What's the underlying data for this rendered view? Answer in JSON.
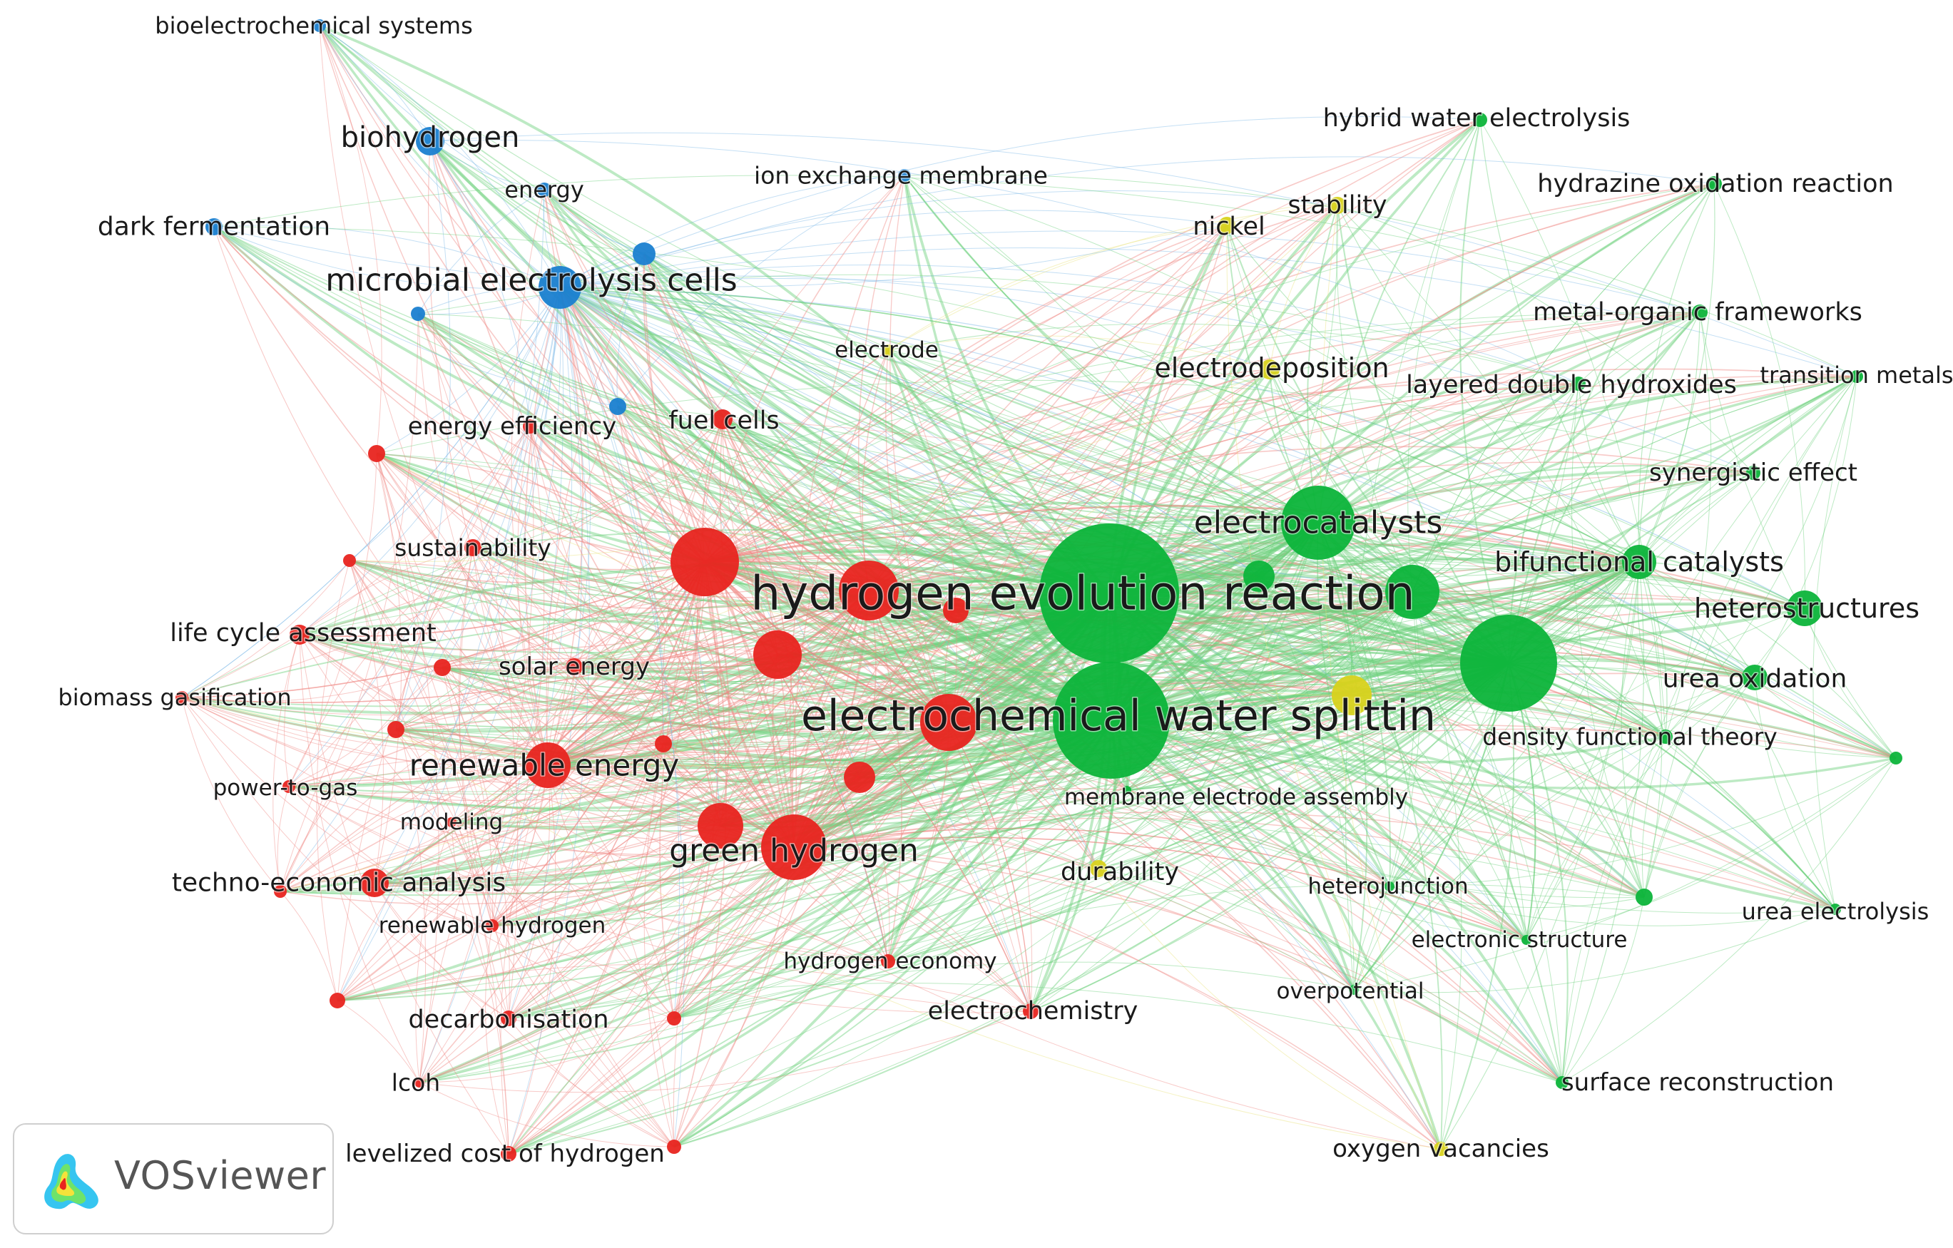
{
  "app": {
    "logo_text": "VOSviewer",
    "logo_icon": "vosviewer-logo-icon"
  },
  "colors": {
    "cluster_red": "#e8241f",
    "cluster_green": "#0cb43a",
    "cluster_blue": "#1a7fd0",
    "cluster_yellow": "#d8d21c",
    "link_red": "#f08a86",
    "link_green": "#6cd07c",
    "link_blue": "#7db9e6",
    "link_yellow": "#e8e27a"
  },
  "network": {
    "nodes": [
      {
        "id": "her",
        "label": "hydrogen evolution reaction",
        "cluster": "green",
        "weight": 100
      },
      {
        "id": "ews",
        "label": "electrochemical water splittin",
        "cluster": "green",
        "weight": 90
      },
      {
        "id": "ecat",
        "label": "electrocatalysts",
        "cluster": "green",
        "weight": 45
      },
      {
        "id": "bifc",
        "label": "bifunctional catalysts",
        "cluster": "green",
        "weight": 25
      },
      {
        "id": "hetst",
        "label": "heterostructures",
        "cluster": "green",
        "weight": 18
      },
      {
        "id": "urea",
        "label": "urea oxidation",
        "cluster": "green",
        "weight": 15
      },
      {
        "id": "dft",
        "label": "density functional theory",
        "cluster": "green",
        "weight": 10
      },
      {
        "id": "mea",
        "label": "membrane electrode assembly",
        "cluster": "green",
        "weight": 5
      },
      {
        "id": "hwe",
        "label": "hybrid water electrolysis",
        "cluster": "green",
        "weight": 8
      },
      {
        "id": "hzor",
        "label": "hydrazine oxidation reaction",
        "cluster": "green",
        "weight": 8
      },
      {
        "id": "mof",
        "label": "metal-organic frameworks",
        "cluster": "green",
        "weight": 8
      },
      {
        "id": "tm",
        "label": "transition metals",
        "cluster": "green",
        "weight": 7
      },
      {
        "id": "syn",
        "label": "synergistic effect",
        "cluster": "green",
        "weight": 8
      },
      {
        "id": "hetj",
        "label": "heterojunction",
        "cluster": "green",
        "weight": 6
      },
      {
        "id": "elst",
        "label": "electronic structure",
        "cluster": "green",
        "weight": 6
      },
      {
        "id": "ovp",
        "label": "overpotential",
        "cluster": "green",
        "weight": 6
      },
      {
        "id": "urel",
        "label": "urea electrolysis",
        "cluster": "green",
        "weight": 7
      },
      {
        "id": "srec",
        "label": "surface reconstruction",
        "cluster": "green",
        "weight": 8
      },
      {
        "id": "ldh",
        "label": "layered double hydroxides",
        "cluster": "green",
        "weight": 9
      },
      {
        "id": "gbig",
        "label": "",
        "cluster": "green",
        "weight": 50
      },
      {
        "id": "gm1",
        "label": "",
        "cluster": "green",
        "weight": 20
      },
      {
        "id": "gm2",
        "label": "",
        "cluster": "green",
        "weight": 12
      },
      {
        "id": "gs1",
        "label": "",
        "cluster": "green",
        "weight": 5
      },
      {
        "id": "gs2",
        "label": "",
        "cluster": "green",
        "weight": 5
      },
      {
        "id": "gh",
        "label": "green hydrogen",
        "cluster": "red",
        "weight": 35
      },
      {
        "id": "ren",
        "label": "renewable energy",
        "cluster": "red",
        "weight": 22
      },
      {
        "id": "tea",
        "label": "techno-economic analysis",
        "cluster": "red",
        "weight": 12
      },
      {
        "id": "sust",
        "label": "sustainability",
        "cluster": "red",
        "weight": 7
      },
      {
        "id": "lca",
        "label": "life cycle assessment",
        "cluster": "red",
        "weight": 8
      },
      {
        "id": "solar",
        "label": "solar energy",
        "cluster": "red",
        "weight": 7
      },
      {
        "id": "biog",
        "label": "biomass gasification",
        "cluster": "red",
        "weight": 5
      },
      {
        "id": "p2g",
        "label": "power-to-gas",
        "cluster": "red",
        "weight": 5
      },
      {
        "id": "model",
        "label": "modeling",
        "cluster": "red",
        "weight": 4
      },
      {
        "id": "renh",
        "label": "renewable hydrogen",
        "cluster": "red",
        "weight": 5
      },
      {
        "id": "heco",
        "label": "hydrogen economy",
        "cluster": "red",
        "weight": 6
      },
      {
        "id": "dec",
        "label": "decarbonisation",
        "cluster": "red",
        "weight": 6
      },
      {
        "id": "lcoh",
        "label": "lcoh",
        "cluster": "red",
        "weight": 4
      },
      {
        "id": "levc",
        "label": "levelized cost of hydrogen",
        "cluster": "red",
        "weight": 6
      },
      {
        "id": "echem",
        "label": "electrochemistry",
        "cluster": "red",
        "weight": 6
      },
      {
        "id": "eeff",
        "label": "energy efficiency",
        "cluster": "red",
        "weight": 6
      },
      {
        "id": "fcell",
        "label": "fuel cells",
        "cluster": "red",
        "weight": 8
      },
      {
        "id": "rbig1",
        "label": "",
        "cluster": "red",
        "weight": 40
      },
      {
        "id": "rbig2",
        "label": "",
        "cluster": "red",
        "weight": 35
      },
      {
        "id": "rbig3",
        "label": "",
        "cluster": "red",
        "weight": 30
      },
      {
        "id": "rbig4",
        "label": "",
        "cluster": "red",
        "weight": 22
      },
      {
        "id": "rm1",
        "label": "",
        "cluster": "red",
        "weight": 18
      },
      {
        "id": "rm2",
        "label": "",
        "cluster": "red",
        "weight": 12
      },
      {
        "id": "rm3",
        "label": "",
        "cluster": "red",
        "weight": 8
      },
      {
        "id": "rs1",
        "label": "",
        "cluster": "red",
        "weight": 5
      },
      {
        "id": "rs2",
        "label": "",
        "cluster": "red",
        "weight": 5
      },
      {
        "id": "rs3",
        "label": "",
        "cluster": "red",
        "weight": 5
      },
      {
        "id": "rs4",
        "label": "",
        "cluster": "red",
        "weight": 5
      },
      {
        "id": "rs5",
        "label": "",
        "cluster": "red",
        "weight": 5
      },
      {
        "id": "rs6",
        "label": "",
        "cluster": "red",
        "weight": 5
      },
      {
        "id": "rs7",
        "label": "",
        "cluster": "red",
        "weight": 5
      },
      {
        "id": "rs8",
        "label": "",
        "cluster": "red",
        "weight": 5
      },
      {
        "id": "rs9",
        "label": "",
        "cluster": "red",
        "weight": 5
      },
      {
        "id": "mec",
        "label": "microbial electrolysis cells",
        "cluster": "blue",
        "weight": 20
      },
      {
        "id": "bioh",
        "label": "biohydrogen",
        "cluster": "blue",
        "weight": 12
      },
      {
        "id": "dfer",
        "label": "dark fermentation",
        "cluster": "blue",
        "weight": 8
      },
      {
        "id": "bes",
        "label": "bioelectrochemical systems",
        "cluster": "blue",
        "weight": 5
      },
      {
        "id": "energy",
        "label": "energy",
        "cluster": "blue",
        "weight": 6
      },
      {
        "id": "iem",
        "label": "ion exchange membrane",
        "cluster": "blue",
        "weight": 5
      },
      {
        "id": "bm1",
        "label": "",
        "cluster": "blue",
        "weight": 9
      },
      {
        "id": "bs1",
        "label": "",
        "cluster": "blue",
        "weight": 5
      },
      {
        "id": "bs2",
        "label": "",
        "cluster": "blue",
        "weight": 6
      },
      {
        "id": "stab",
        "label": "stability",
        "cluster": "yellow",
        "weight": 8
      },
      {
        "id": "nick",
        "label": "nickel",
        "cluster": "yellow",
        "weight": 8
      },
      {
        "id": "edep",
        "label": "electrodeposition",
        "cluster": "yellow",
        "weight": 9
      },
      {
        "id": "elec",
        "label": "electrode",
        "cluster": "yellow",
        "weight": 5
      },
      {
        "id": "dur",
        "label": "durability",
        "cluster": "yellow",
        "weight": 7
      },
      {
        "id": "ovac",
        "label": "oxygen vacancies",
        "cluster": "yellow",
        "weight": 6
      },
      {
        "id": "ym1",
        "label": "",
        "cluster": "yellow",
        "weight": 14
      }
    ]
  }
}
